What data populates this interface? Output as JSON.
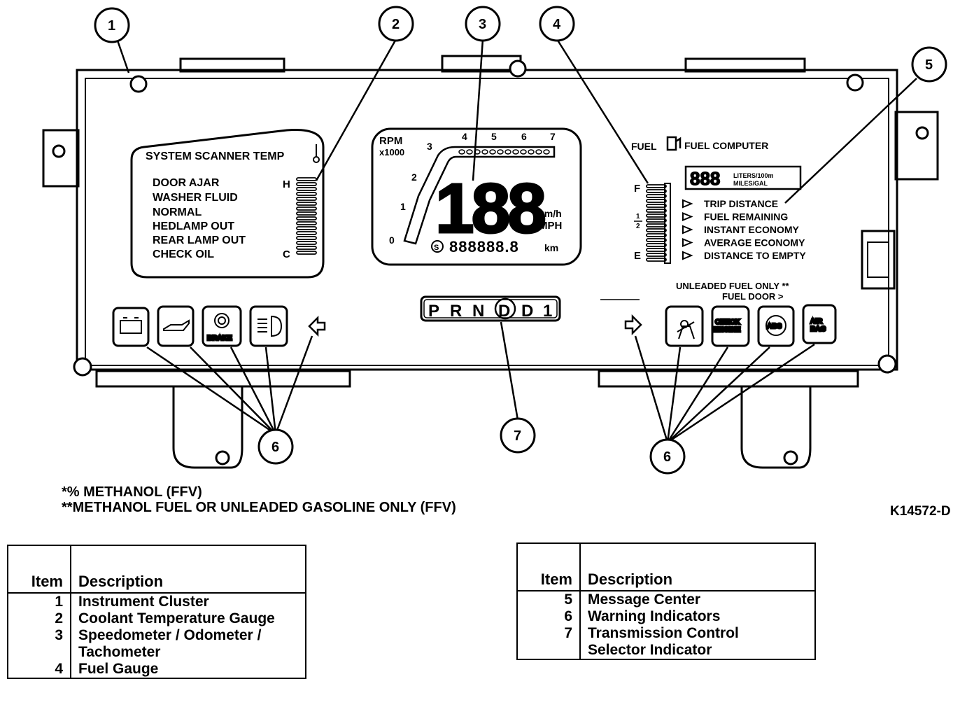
{
  "callouts": [
    "1",
    "2",
    "3",
    "4",
    "5",
    "6",
    "6",
    "7"
  ],
  "scanner": {
    "title": "SYSTEM SCANNER TEMP",
    "items": [
      "DOOR AJAR",
      "WASHER FLUID",
      "NORMAL",
      "HEDLAMP OUT",
      "REAR LAMP OUT",
      "CHECK OIL"
    ],
    "temp_high": "H",
    "temp_low": "C"
  },
  "tach": {
    "label_rpm": "RPM",
    "label_x1000": "x1000",
    "scale": [
      "0",
      "1",
      "2",
      "3",
      "4",
      "5",
      "6",
      "7"
    ],
    "speed_digits": "188",
    "unit_kmh": "km/h",
    "unit_mph": "MPH",
    "odometer": "888888.8",
    "odometer_unit": "km",
    "odometer_prefix": "S"
  },
  "fuel": {
    "header_fuel": "FUEL",
    "header_computer": "FUEL COMPUTER",
    "full": "F",
    "half_num": "1",
    "half_den": "2",
    "empty": "E",
    "display_digits": "888",
    "display_units_1": "LITERS/100m",
    "display_units_2": "MILES/GAL",
    "modes": [
      "TRIP DISTANCE",
      "FUEL REMAINING",
      "INSTANT ECONOMY",
      "AVERAGE ECONOMY",
      "DISTANCE TO EMPTY"
    ]
  },
  "fuel_notice": {
    "line1": "UNLEADED FUEL ONLY **",
    "line2": "FUEL DOOR >"
  },
  "prnd": [
    "P",
    "R",
    "N",
    "D",
    "D",
    "1"
  ],
  "warning_lights": {
    "brake": "BRAKE",
    "check_engine_1": "CHECK",
    "check_engine_2": "ENGINE",
    "abs": "ABS",
    "airbag_1": "AIR",
    "airbag_2": "BAG"
  },
  "notes": [
    "*% METHANOL (FFV)",
    "**METHANOL FUEL OR UNLEADED GASOLINE ONLY (FFV)"
  ],
  "figure_code": "K14572-D",
  "legend_header": {
    "item": "Item",
    "description": "Description"
  },
  "legend_left": [
    {
      "item": "1",
      "description": [
        "Instrument Cluster"
      ]
    },
    {
      "item": "2",
      "description": [
        "Coolant Temperature Gauge"
      ]
    },
    {
      "item": "3",
      "description": [
        "Speedometer / Odometer /",
        "Tachometer"
      ]
    },
    {
      "item": "4",
      "description": [
        "Fuel Gauge"
      ]
    }
  ],
  "legend_right": [
    {
      "item": "5",
      "description": [
        "Message Center"
      ]
    },
    {
      "item": "6",
      "description": [
        "Warning Indicators"
      ]
    },
    {
      "item": "7",
      "description": [
        "Transmission Control",
        "Selector Indicator"
      ]
    }
  ]
}
